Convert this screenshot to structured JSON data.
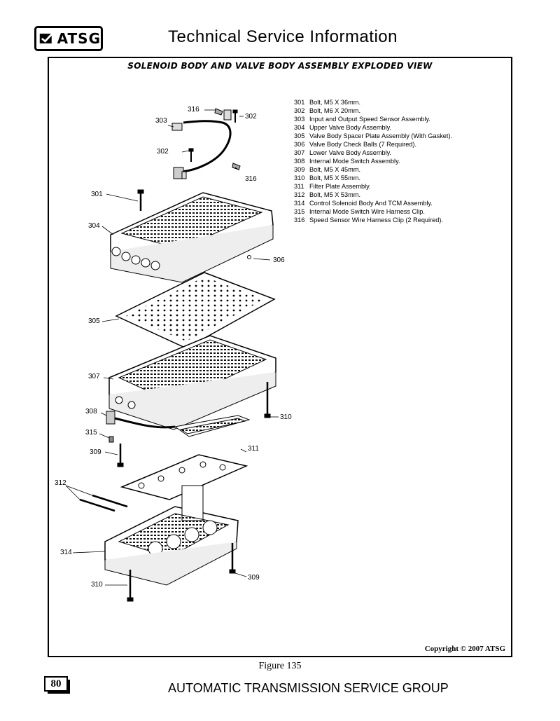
{
  "header": {
    "logo_text": "ATSG",
    "title": "Technical Service Information"
  },
  "diagram": {
    "title": "Solenoid Body And Valve Body Assembly Exploded View",
    "legend": [
      {
        "num": "301",
        "text": "Bolt, M5 X 36mm."
      },
      {
        "num": "302",
        "text": "Bolt, M6 X 20mm."
      },
      {
        "num": "303",
        "text": "Input and Output Speed Sensor Assembly."
      },
      {
        "num": "304",
        "text": "Upper Valve Body Assembly."
      },
      {
        "num": "305",
        "text": "Valve Body Spacer Plate Assembly (With Gasket)."
      },
      {
        "num": "306",
        "text": "Valve Body Check Balls (7 Required)."
      },
      {
        "num": "307",
        "text": "Lower Valve Body Assembly."
      },
      {
        "num": "308",
        "text": "Internal Mode Switch Assembly."
      },
      {
        "num": "309",
        "text": "Bolt, M5 X 45mm."
      },
      {
        "num": "310",
        "text": "Bolt, M5 X 55mm."
      },
      {
        "num": "311",
        "text": "Filter Plate Assembly."
      },
      {
        "num": "312",
        "text": "Bolt, M5 X 53mm."
      },
      {
        "num": "314",
        "text": "Control Solenoid Body And TCM Assembly."
      },
      {
        "num": "315",
        "text": "Internal Mode Switch Wire Harness Clip."
      },
      {
        "num": "316",
        "text": "Speed Sensor Wire Harness Clip (2 Required)."
      }
    ],
    "callouts": [
      "316",
      "302",
      "303",
      "302",
      "316",
      "301",
      "304",
      "306",
      "305",
      "307",
      "308",
      "310",
      "315",
      "309",
      "311",
      "312",
      "314",
      "309",
      "310"
    ],
    "copyright": "Copyright © 2007 ATSG"
  },
  "figure_caption": "Figure 135",
  "footer": {
    "page_number": "80",
    "title": "AUTOMATIC TRANSMISSION SERVICE GROUP"
  }
}
